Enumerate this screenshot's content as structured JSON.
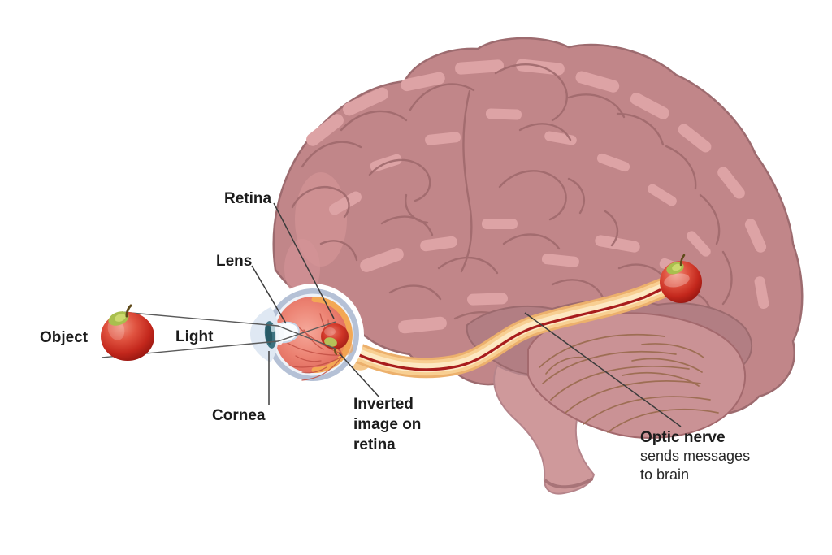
{
  "diagram": {
    "background": "#ffffff",
    "labels": {
      "object": "Object",
      "light": "Light",
      "cornea": "Cornea",
      "lens": "Lens",
      "retina": "Retina",
      "inverted_image": {
        "lines": [
          "Inverted",
          "image on",
          "retina"
        ]
      },
      "optic_nerve": {
        "title": "Optic nerve",
        "lines": [
          "sends messages",
          "to brain"
        ]
      }
    },
    "colors": {
      "brain": "#c18689",
      "brain_outline": "#9d6b6f",
      "brain_highlight": "#dda3a5",
      "brain_shadow_band": "#b27e83",
      "cerebellum": "#ca9295",
      "cerebellum_fold": "#9a6b4e",
      "brainstem": "#cf999b",
      "optic_nerve_edge": "#ecb06c",
      "optic_nerve_band": "#f8cf92",
      "optic_nerve_inner": "#fde8c2",
      "optic_nerve_signal": "#a81d1d",
      "apple_red": "#c3271c",
      "apple_dark": "#8e130e",
      "apple_green": "#a9bf4e",
      "eye_sclera_ring": "#b5c1d6",
      "eye_interior": "#e87a6c",
      "eye_choroid": "#f3a855",
      "eye_vessels": "#c24f44",
      "cornea_iris": "#3c7280",
      "lens_fill": "#fbfdff",
      "label_text": "#1c1c1c",
      "leader_line": "#3c3c3c",
      "light_ray": "#5a5a5a"
    }
  }
}
